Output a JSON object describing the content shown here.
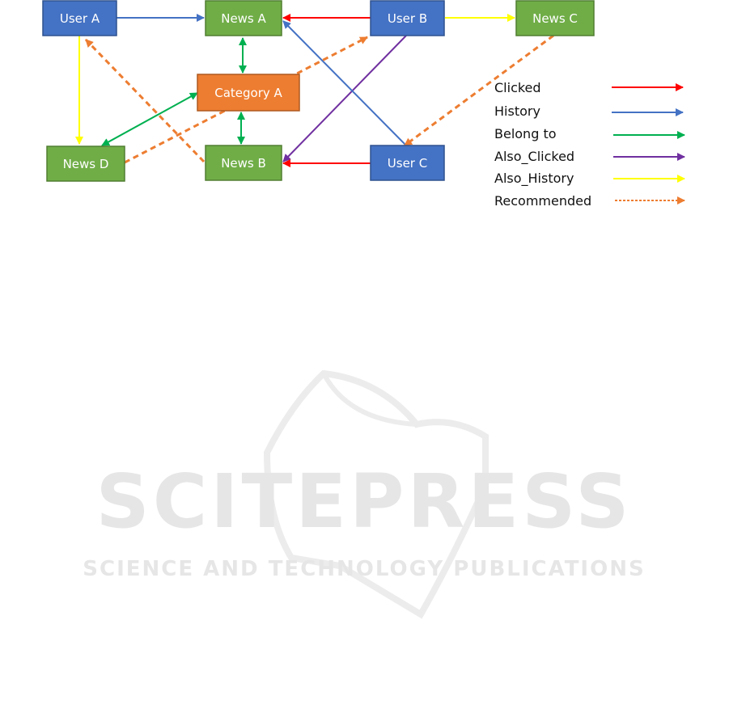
{
  "colors": {
    "user_fill": "#4472C4",
    "user_stroke": "#2F528F",
    "news_fill": "#70AD47",
    "news_stroke": "#507E32",
    "category_fill": "#ED7D31",
    "category_stroke": "#AE5A21",
    "watermark": "#e6e6e6"
  },
  "nodes": {
    "user_a": "User A",
    "user_b": "User B",
    "user_c": "User C",
    "news_a": "News A",
    "news_b": "News B",
    "news_c": "News C",
    "news_d": "News D",
    "category_a": "Category A"
  },
  "legend": {
    "clicked": {
      "label": "Clicked",
      "color": "#FF0000",
      "style": "solid"
    },
    "history": {
      "label": "History",
      "color": "#4472C4",
      "style": "solid"
    },
    "belong_to": {
      "label": "Belong to",
      "color": "#00B050",
      "style": "solid"
    },
    "also_clicked": {
      "label": "Also_Clicked",
      "color": "#7030A0",
      "style": "solid"
    },
    "also_history": {
      "label": "Also_History",
      "color": "#FFFF00",
      "style": "solid"
    },
    "recommended": {
      "label": "Recommended",
      "color": "#ED7D31",
      "style": "dashed"
    }
  },
  "edges": [
    {
      "from": "User A",
      "to": "News A",
      "relation": "History"
    },
    {
      "from": "User B",
      "to": "News A",
      "relation": "Clicked"
    },
    {
      "from": "User B",
      "to": "News C",
      "relation": "Also_History"
    },
    {
      "from": "User A",
      "to": "News D",
      "relation": "Also_History"
    },
    {
      "from": "News A",
      "to": "Category A",
      "relation": "Belong to"
    },
    {
      "from": "Category A",
      "to": "News B",
      "relation": "Belong to"
    },
    {
      "from": "Category A",
      "to": "News D",
      "relation": "Belong to"
    },
    {
      "from": "User B",
      "to": "News B",
      "relation": "Also_Clicked"
    },
    {
      "from": "User C",
      "to": "News A",
      "relation": "History"
    },
    {
      "from": "User C",
      "to": "News B",
      "relation": "Clicked"
    },
    {
      "from": "News D",
      "to": "News A",
      "relation": "Recommended"
    },
    {
      "from": "News B",
      "to": "User A",
      "relation": "Recommended"
    },
    {
      "from": "News C",
      "to": "User C",
      "relation": "Recommended"
    }
  ],
  "watermark": {
    "title": "SCITEPRESS",
    "subtitle": "SCIENCE AND TECHNOLOGY PUBLICATIONS"
  }
}
